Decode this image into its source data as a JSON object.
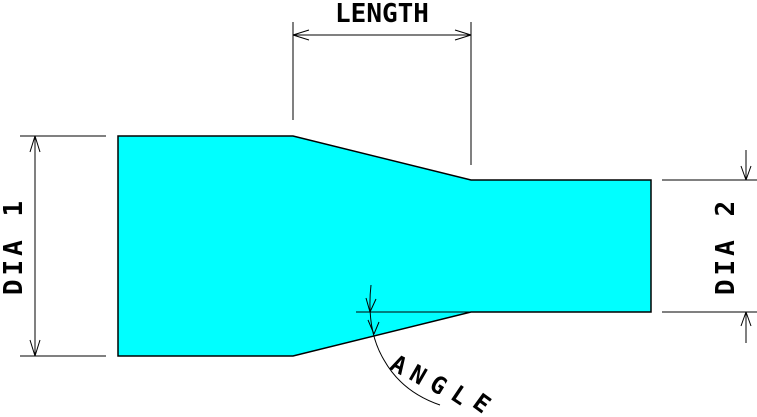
{
  "labels": {
    "length": "LENGTH",
    "dia1": "DIA 1",
    "dia2": "DIA 2",
    "angle": "ANGLE"
  },
  "colors": {
    "part_fill": "#00ffff",
    "line": "#000000",
    "background": "#ffffff"
  }
}
